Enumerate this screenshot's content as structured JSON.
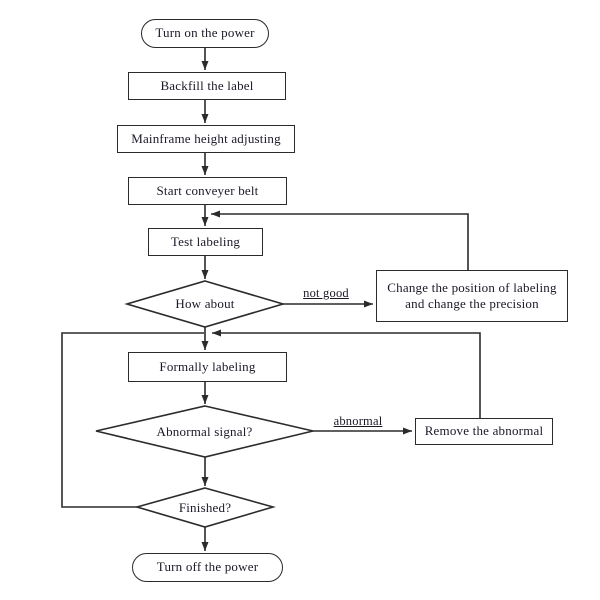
{
  "flowchart": {
    "nodes": {
      "start": {
        "label": "Turn on the power"
      },
      "backfill": {
        "label": "Backfill the label"
      },
      "mainframe": {
        "label": "Mainframe height adjusting"
      },
      "start_belt": {
        "label": "Start conveyer belt"
      },
      "test_labeling": {
        "label": "Test labeling"
      },
      "how_about": {
        "label": "How about"
      },
      "change_position": {
        "label": "Change the position of labeling and change the precision"
      },
      "formally": {
        "label": "Formally labeling"
      },
      "abnormal_signal": {
        "label": "Abnormal signal?"
      },
      "remove_abnormal": {
        "label": "Remove the abnormal"
      },
      "finished": {
        "label": "Finished?"
      },
      "end": {
        "label": "Turn off the power"
      }
    },
    "edge_labels": {
      "not_good": "not good",
      "abnormal": "abnormal"
    },
    "colors": {
      "line": "#2b2b2b",
      "text": "#191928",
      "background": "#ffffff"
    }
  }
}
